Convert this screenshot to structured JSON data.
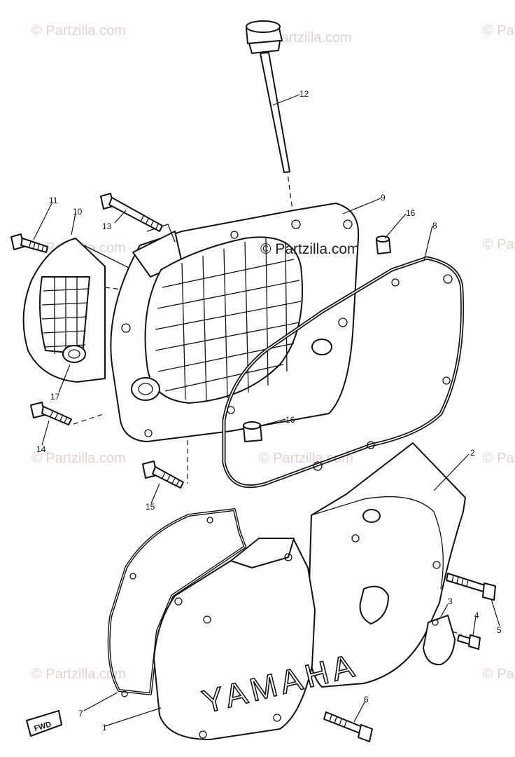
{
  "diagram": {
    "watermark_text": "© Partzilla.com",
    "center_watermark": "© Partzilla.com",
    "brand_text": "YAMAHA",
    "fwd_label": "FWD",
    "part_labels": {
      "p1": "1",
      "p2": "2",
      "p3": "3",
      "p4": "4",
      "p5": "5",
      "p6": "6",
      "p7": "7",
      "p8": "8",
      "p9": "9",
      "p10": "10",
      "p11": "11",
      "p12": "12",
      "p13": "13",
      "p14": "14",
      "p15": "15",
      "p16a": "16",
      "p16b": "16",
      "p17": "17"
    }
  }
}
